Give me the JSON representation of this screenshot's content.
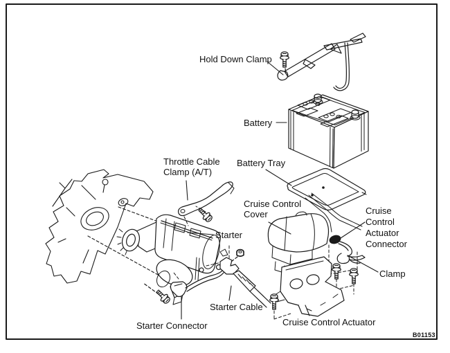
{
  "page": {
    "background": "#ffffff",
    "ink": "#1a1a1a"
  },
  "figure": {
    "code": "B01153"
  },
  "parts": {
    "hold_down_clamp": "Hold Down Clamp",
    "battery": "Battery",
    "battery_tray": "Battery Tray",
    "throttle_cable_clamp": "Throttle Cable Clamp (A/T)",
    "cruise_control_cover": "Cruise Control Cover",
    "cruise_control_actuator_connector": "Cruise Control Actuator Connector",
    "starter": "Starter",
    "clamp": "Clamp",
    "starter_cable": "Starter Cable",
    "starter_connector": "Starter Connector",
    "cruise_control_actuator": "Cruise Control Actuator"
  }
}
